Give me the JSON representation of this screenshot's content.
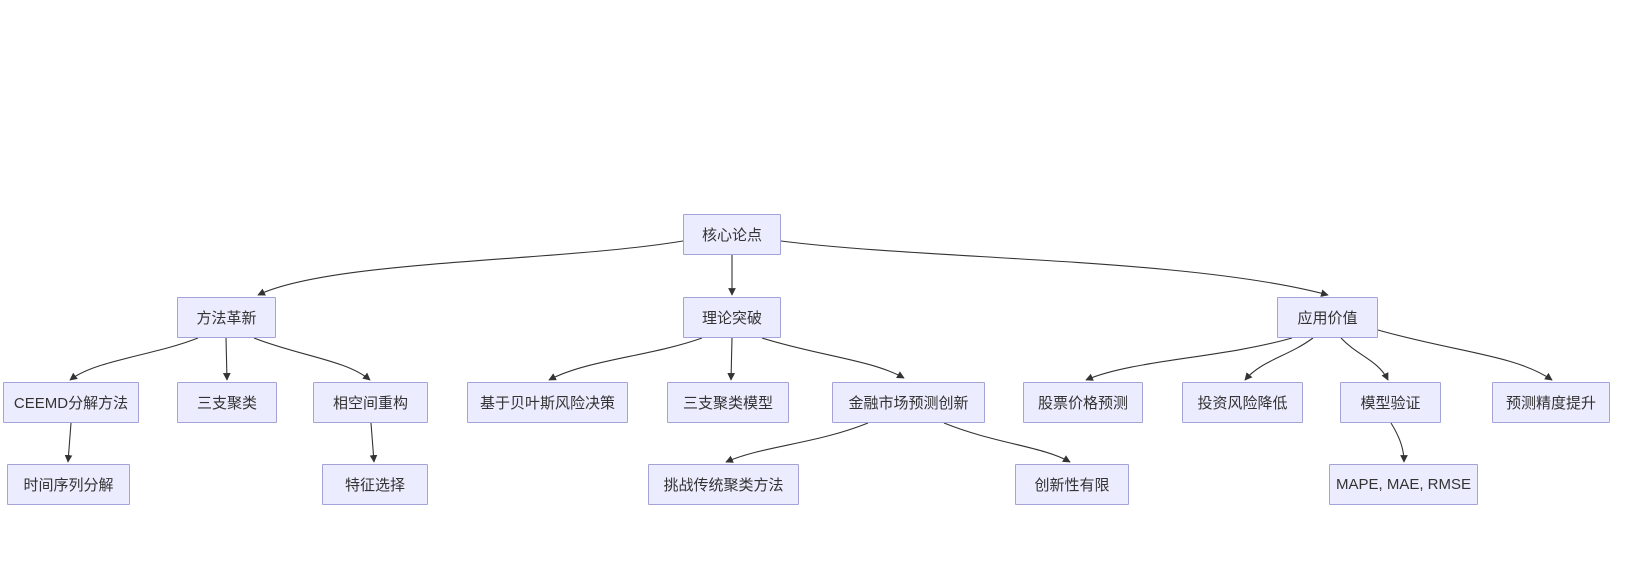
{
  "diagram": {
    "type": "flowchart",
    "direction": "top-down",
    "nodes": {
      "root": {
        "label": "核心论点"
      },
      "method": {
        "label": "方法革新"
      },
      "theory": {
        "label": "理论突破"
      },
      "application": {
        "label": "应用价值"
      },
      "ceemd": {
        "label": "CEEMD分解方法"
      },
      "three_way": {
        "label": "三支聚类"
      },
      "phase_space": {
        "label": "相空间重构"
      },
      "bayes": {
        "label": "基于贝叶斯风险决策"
      },
      "three_way_model": {
        "label": "三支聚类模型"
      },
      "finance_innovation": {
        "label": "金融市场预测创新"
      },
      "stock": {
        "label": "股票价格预测"
      },
      "risk": {
        "label": "投资风险降低"
      },
      "validation": {
        "label": "模型验证"
      },
      "precision": {
        "label": "预测精度提升"
      },
      "time_series": {
        "label": "时间序列分解"
      },
      "feature": {
        "label": "特征选择"
      },
      "challenge": {
        "label": "挑战传统聚类方法"
      },
      "limited": {
        "label": "创新性有限"
      },
      "metrics": {
        "label": "MAPE, MAE, RMSE"
      }
    },
    "edges": [
      {
        "from": "root",
        "to": "method"
      },
      {
        "from": "root",
        "to": "theory"
      },
      {
        "from": "root",
        "to": "application"
      },
      {
        "from": "method",
        "to": "ceemd"
      },
      {
        "from": "method",
        "to": "three_way"
      },
      {
        "from": "method",
        "to": "phase_space"
      },
      {
        "from": "theory",
        "to": "bayes"
      },
      {
        "from": "theory",
        "to": "three_way_model"
      },
      {
        "from": "theory",
        "to": "finance_innovation"
      },
      {
        "from": "application",
        "to": "stock"
      },
      {
        "from": "application",
        "to": "risk"
      },
      {
        "from": "application",
        "to": "validation"
      },
      {
        "from": "application",
        "to": "precision"
      },
      {
        "from": "ceemd",
        "to": "time_series"
      },
      {
        "from": "phase_space",
        "to": "feature"
      },
      {
        "from": "finance_innovation",
        "to": "challenge"
      },
      {
        "from": "finance_innovation",
        "to": "limited"
      },
      {
        "from": "validation",
        "to": "metrics"
      }
    ],
    "colors": {
      "background": "#ffffff",
      "node_fill": "#ECECFF",
      "node_border": "#A3A3D9",
      "edge": "#333333",
      "text": "#333333"
    }
  }
}
